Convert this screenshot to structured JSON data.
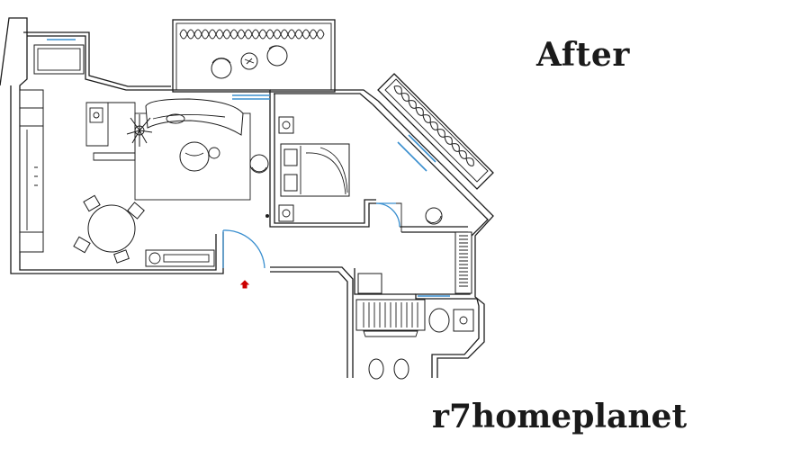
{
  "header": {
    "title": "After"
  },
  "footer": {
    "brand": "r7homeplanet"
  },
  "colors": {
    "walls": "#1b1b1b",
    "openings": "#3a8fcf",
    "entrance_marker": "#cc0000",
    "background": "#ffffff"
  },
  "plan": {
    "rooms": [
      "living-room",
      "kitchen",
      "dining-area",
      "bedroom",
      "bathroom",
      "terrace-top",
      "terrace-diagonal",
      "hallway"
    ],
    "icons": [
      "sofa-icon",
      "armchair-icon",
      "bed-icon",
      "dining-table-icon",
      "plant-icon",
      "bathtub-icon",
      "toilet-icon",
      "sink-icon",
      "wardrobe-icon",
      "entrance-arrow-icon"
    ]
  }
}
